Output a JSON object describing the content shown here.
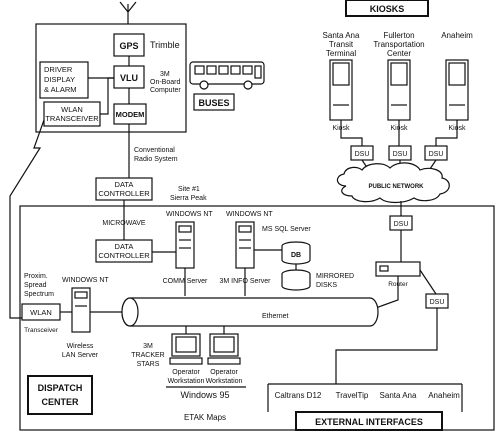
{
  "bus_unit": {
    "gps": "GPS",
    "trimble": "Trimble",
    "driver_display": [
      "DRIVER",
      "DISPLAY",
      "& ALARM"
    ],
    "vlu": "VLU",
    "onboard": [
      "3M",
      "On-Board",
      "Computer"
    ],
    "wlan_transceiver": [
      "WLAN",
      "TRANSCEIVER"
    ],
    "modem": "MODEM"
  },
  "buses_label": "BUSES",
  "kiosks": {
    "title": "KIOSKS",
    "sites": [
      {
        "name": [
          "Santa Ana",
          "Transit",
          "Terminal"
        ],
        "kiosk": "Kiosk",
        "dsu": "DSU"
      },
      {
        "name": [
          "Fullerton",
          "Transportation",
          "Center"
        ],
        "kiosk": "Kiosk",
        "dsu": "DSU"
      },
      {
        "name": [
          "Anaheim"
        ],
        "kiosk": "Kiosk",
        "dsu": "DSU"
      }
    ]
  },
  "public_network": "PUBLIC NETWORK",
  "radio": [
    "Conventional",
    "Radio System"
  ],
  "data_controller_top": [
    "DATA",
    "CONTROLLER"
  ],
  "site": [
    "Site #1",
    "Sierra Peak"
  ],
  "microwave": "MICROWAVE",
  "data_controller_inner": [
    "DATA",
    "CONTROLLER"
  ],
  "comm_os": "WINDOWS NT",
  "comm_server": "COMM Server",
  "info_os": "WINDOWS NT",
  "ms_sql": "MS SQL Server",
  "db": "DB",
  "mirrored": [
    "MIRRORED",
    "DISKS"
  ],
  "info_server": "3M INFO Server",
  "router": "Router",
  "dsu_main": "DSU",
  "dsu_lower": "DSU",
  "ethernet": "Ethernet",
  "proxim": [
    "Proxim.",
    "Spread",
    "Spectrum"
  ],
  "wlan": "WLAN",
  "transceiver": "Transceiver",
  "wireless_os": "WINDOWS NT",
  "wireless_server": [
    "Wireless",
    "LAN Server"
  ],
  "tracker": [
    "3M",
    "TRACKER",
    "STARS"
  ],
  "operator1": [
    "Operator",
    "Workstation"
  ],
  "operator2": [
    "Operator",
    "Workstation"
  ],
  "windows95": "Windows 95",
  "etak": "ETAK Maps",
  "dispatch": [
    "DISPATCH",
    "CENTER"
  ],
  "external": {
    "title": "EXTERNAL INTERFACES",
    "items": [
      "Caltrans D12",
      "TravelTip",
      "Santa Ana",
      "Anaheim"
    ]
  }
}
